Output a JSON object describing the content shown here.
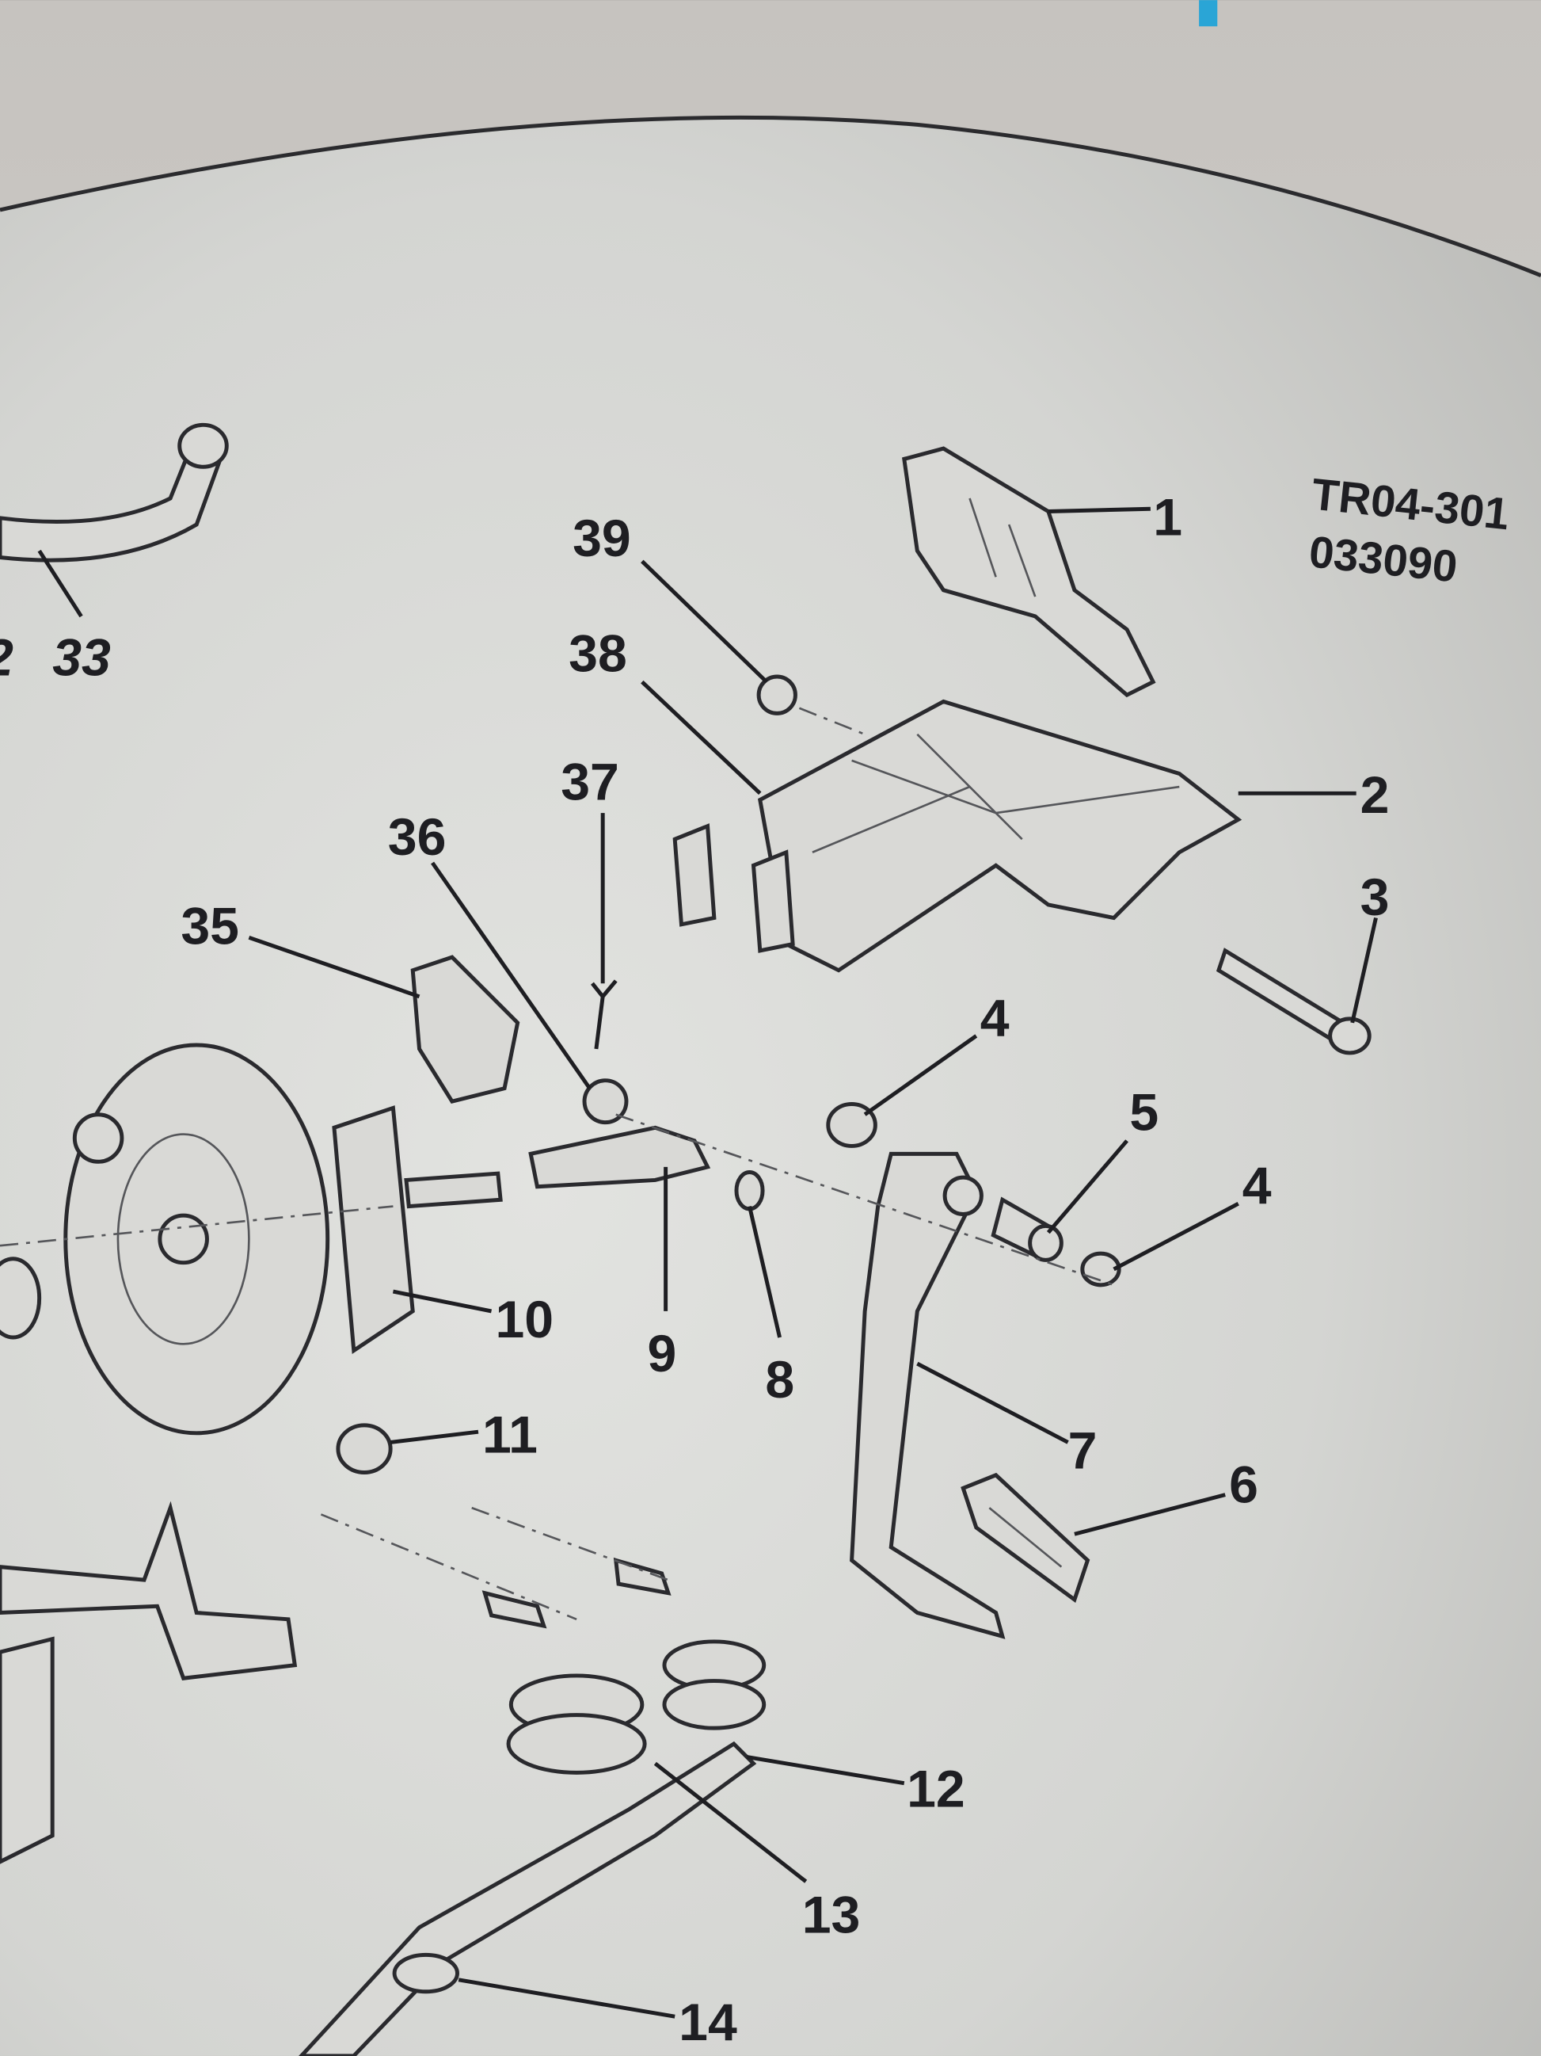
{
  "diagram": {
    "reference_code": "TR04-301",
    "reference_number": "033090",
    "callouts": [
      "1",
      "2",
      "3",
      "4",
      "5",
      "4",
      "6",
      "7",
      "8",
      "9",
      "10",
      "11",
      "12",
      "13",
      "14",
      "33",
      "35",
      "36",
      "37",
      "38",
      "39",
      "2"
    ],
    "colors": {
      "paper": "#d6d7d4",
      "ink": "#1e1e22",
      "edge": "#8d8a86"
    }
  }
}
